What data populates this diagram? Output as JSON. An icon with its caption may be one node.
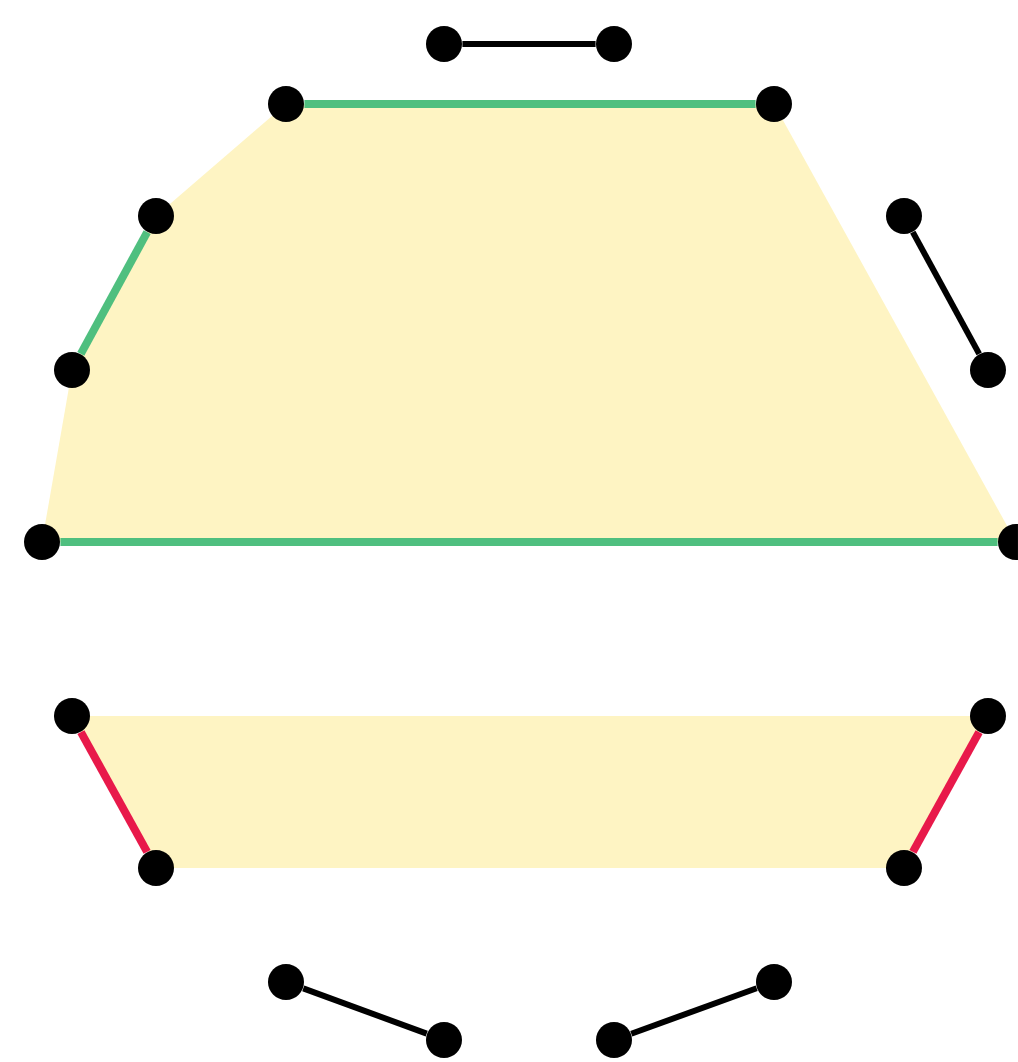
{
  "diagram": {
    "nodes": [
      {
        "text": [],
        "shape": "circle"
      },
      {
        "text": [],
        "shape": "circle"
      },
      {
        "text": [],
        "shape": "circle"
      },
      {
        "text": [],
        "shape": "circle"
      },
      {
        "text": [],
        "shape": "circle"
      },
      {
        "text": [],
        "shape": "circle"
      },
      {
        "text": [],
        "shape": "circle"
      },
      {
        "text": [],
        "shape": "circle"
      },
      {
        "text": [],
        "shape": "circle"
      },
      {
        "text": [],
        "shape": "circle"
      },
      {
        "text": [],
        "shape": "circle"
      },
      {
        "text": [],
        "shape": "circle"
      },
      {
        "text": [],
        "shape": "circle"
      },
      {
        "text": [],
        "shape": "circle"
      },
      {
        "text": [],
        "shape": "circle"
      },
      {
        "text": [],
        "shape": "circle"
      },
      {
        "text": [],
        "shape": "circle"
      },
      {
        "text": [],
        "shape": "circle"
      }
    ],
    "edges": [
      {
        "from": 0,
        "to": 1,
        "arrow": "none"
      },
      {
        "from": 2,
        "to": 3,
        "arrow": "none",
        "color": "#4fbf7f"
      },
      {
        "from": 4,
        "to": 6,
        "arrow": "none",
        "color": "#4fbf7f"
      },
      {
        "from": 5,
        "to": 7,
        "arrow": "none"
      },
      {
        "from": 8,
        "to": 9,
        "arrow": "none",
        "color": "#4fbf7f"
      },
      {
        "from": 10,
        "to": 12,
        "arrow": "none",
        "color": "#e8194a"
      },
      {
        "from": 11,
        "to": 13,
        "arrow": "none",
        "color": "#e8194a"
      },
      {
        "from": 14,
        "to": 16,
        "arrow": "none"
      },
      {
        "from": 17,
        "to": 15,
        "arrow": "none"
      }
    ]
  }
}
